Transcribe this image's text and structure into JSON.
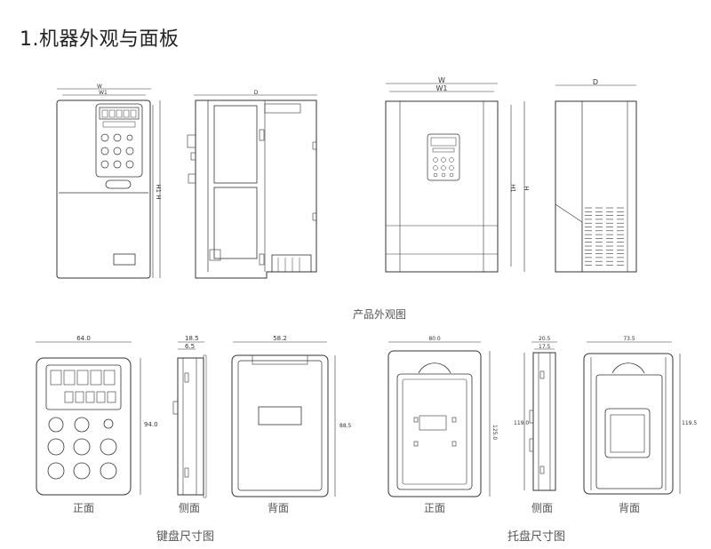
{
  "title": "1.机器外观与面板",
  "captions": {
    "appearance": "产品外观图",
    "kp_front": "正面",
    "kp_side": "侧面",
    "kp_back": "背面",
    "keypad": "键盘尺寸图",
    "tr_front": "正面",
    "tr_side": "侧面",
    "tr_back": "背面",
    "tray": "托盘尺寸图"
  },
  "dims": {
    "m1_W": "W",
    "m1_W1": "W1",
    "m1_H1H": "H1 H",
    "m1_D": "D",
    "m2_W": "W",
    "m2_W1": "W1",
    "m2_H1": "H1",
    "m2_H": "H",
    "m2_D": "D",
    "kp_w": "64.0",
    "kp_h": "94.0",
    "kps_a": "18.5",
    "kps_b": "6.5",
    "kpb_w": "58.2",
    "kpb_h": "88.5",
    "tr_w": "80.0",
    "tr_h": "125.0",
    "trs_a": "20.5",
    "trs_b": "17.5",
    "trs_h": "119.0",
    "trb_w": "73.5",
    "trb_h": "119.5"
  }
}
